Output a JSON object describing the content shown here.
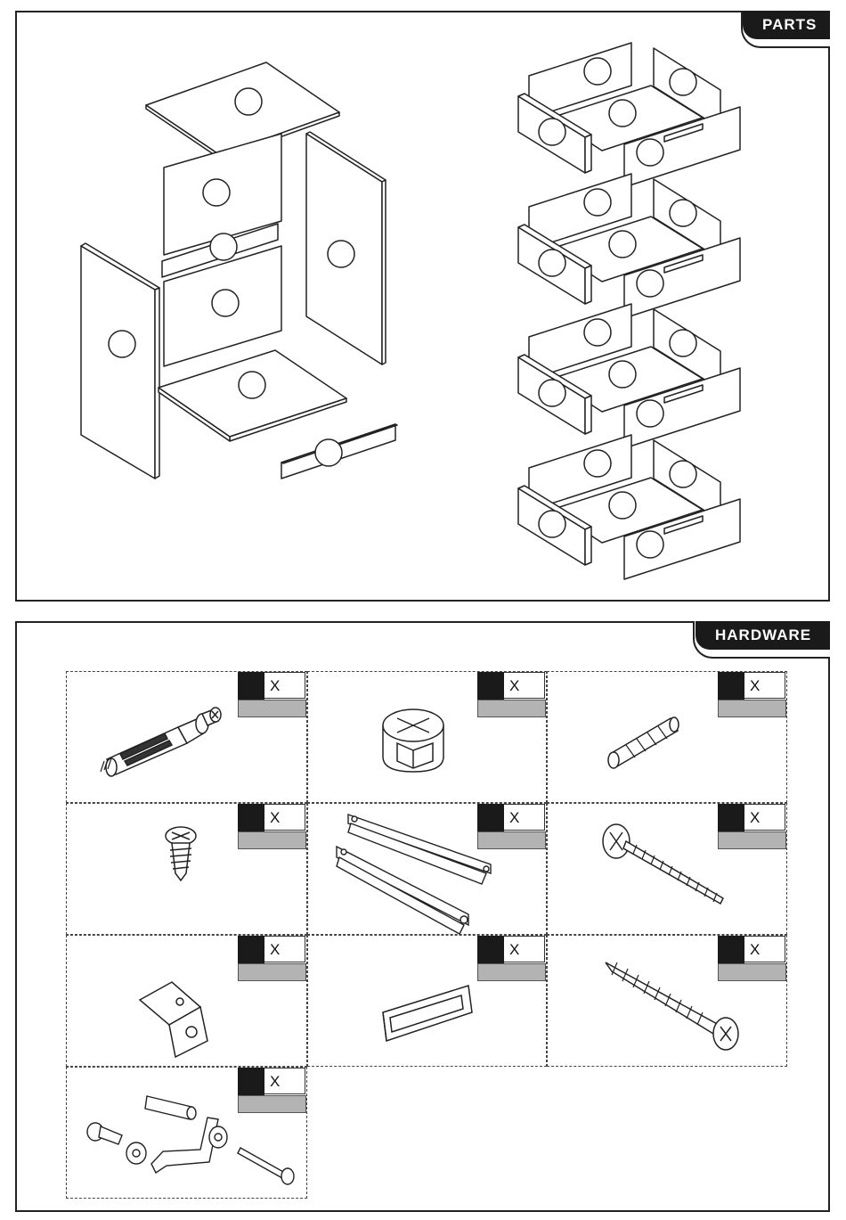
{
  "parts": {
    "tab_label": "PARTS"
  },
  "hardware": {
    "tab_label": "HARDWARE",
    "items": [
      {
        "id": "cam-bolt",
        "icon": "cam-bolt-icon",
        "qty_prefix": "X"
      },
      {
        "id": "cam-lock",
        "icon": "cam-lock-icon",
        "qty_prefix": "X"
      },
      {
        "id": "wood-dowel",
        "icon": "wood-dowel-icon",
        "qty_prefix": "X"
      },
      {
        "id": "short-screw",
        "icon": "short-screw-icon",
        "qty_prefix": "X"
      },
      {
        "id": "drawer-slides",
        "icon": "drawer-slide-icon",
        "qty_prefix": "X"
      },
      {
        "id": "handle-bolt",
        "icon": "handle-bolt-icon",
        "qty_prefix": "X"
      },
      {
        "id": "corner-bracket",
        "icon": "corner-bracket-icon",
        "qty_prefix": "X"
      },
      {
        "id": "drawer-handle",
        "icon": "drawer-handle-icon",
        "qty_prefix": "X"
      },
      {
        "id": "long-screw",
        "icon": "long-screw-icon",
        "qty_prefix": "X"
      },
      {
        "id": "anti-tip-kit",
        "icon": "anti-tip-kit-icon",
        "qty_prefix": "X"
      }
    ]
  }
}
